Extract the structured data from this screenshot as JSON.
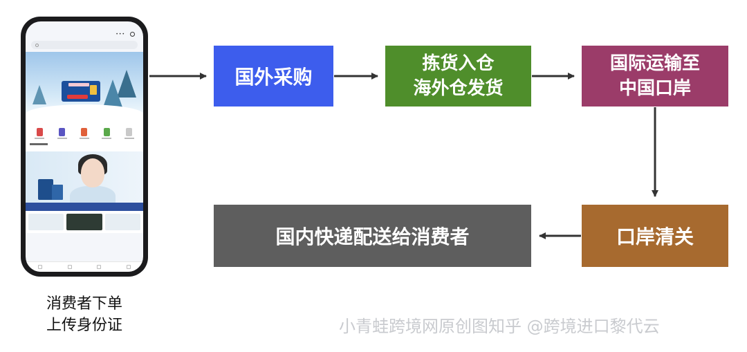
{
  "phone": {
    "caption_lines": [
      "消费者下单",
      "上传身份证"
    ]
  },
  "flow": {
    "steps": [
      {
        "lines": [
          "国外采购"
        ],
        "color": "#3d5ded"
      },
      {
        "lines": [
          "拣货入仓",
          "海外仓发货"
        ],
        "color": "#4f8e2b"
      },
      {
        "lines": [
          "国际运输至",
          "中国口岸"
        ],
        "color": "#9b3c69"
      },
      {
        "lines": [
          "口岸清关"
        ],
        "color": "#a76a2f"
      },
      {
        "lines": [
          "国内快递配送给消费者"
        ],
        "color": "#5e5e5e"
      }
    ],
    "arrow_color": "#333333"
  },
  "watermark": "小青蛙跨境网原创图知乎 @跨境进口黎代云"
}
